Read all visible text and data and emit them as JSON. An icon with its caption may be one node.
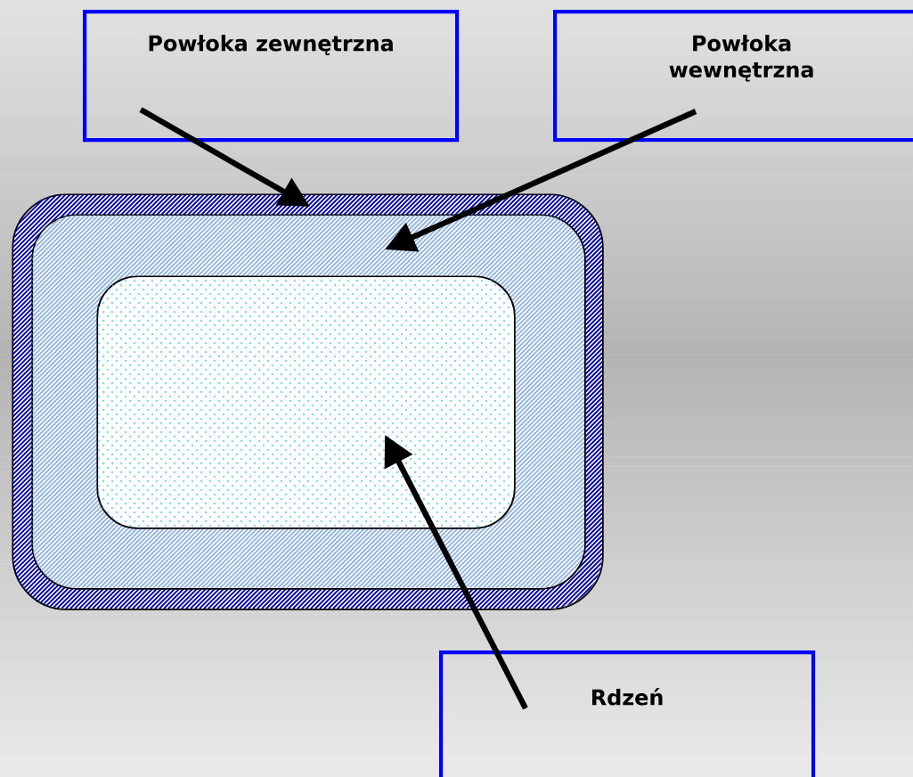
{
  "diagram": {
    "nodes": [
      {
        "text": [
          "Powłoka zewnętrzna"
        ]
      },
      {
        "text": [
          "Powłoka wewnętrzna"
        ]
      },
      {
        "text": [
          "Rdzeń"
        ]
      },
      {
        "text": [],
        "shape": "box"
      },
      {
        "text": [],
        "shape": "box",
        "in": 3
      },
      {
        "text": [],
        "shape": "box",
        "in": 4
      }
    ],
    "edges": [
      {
        "from": 0,
        "to": 3,
        "arrow": "to"
      },
      {
        "from": 1,
        "to": 4,
        "arrow": "to"
      },
      {
        "from": 2,
        "to": 5,
        "arrow": "to"
      }
    ]
  }
}
